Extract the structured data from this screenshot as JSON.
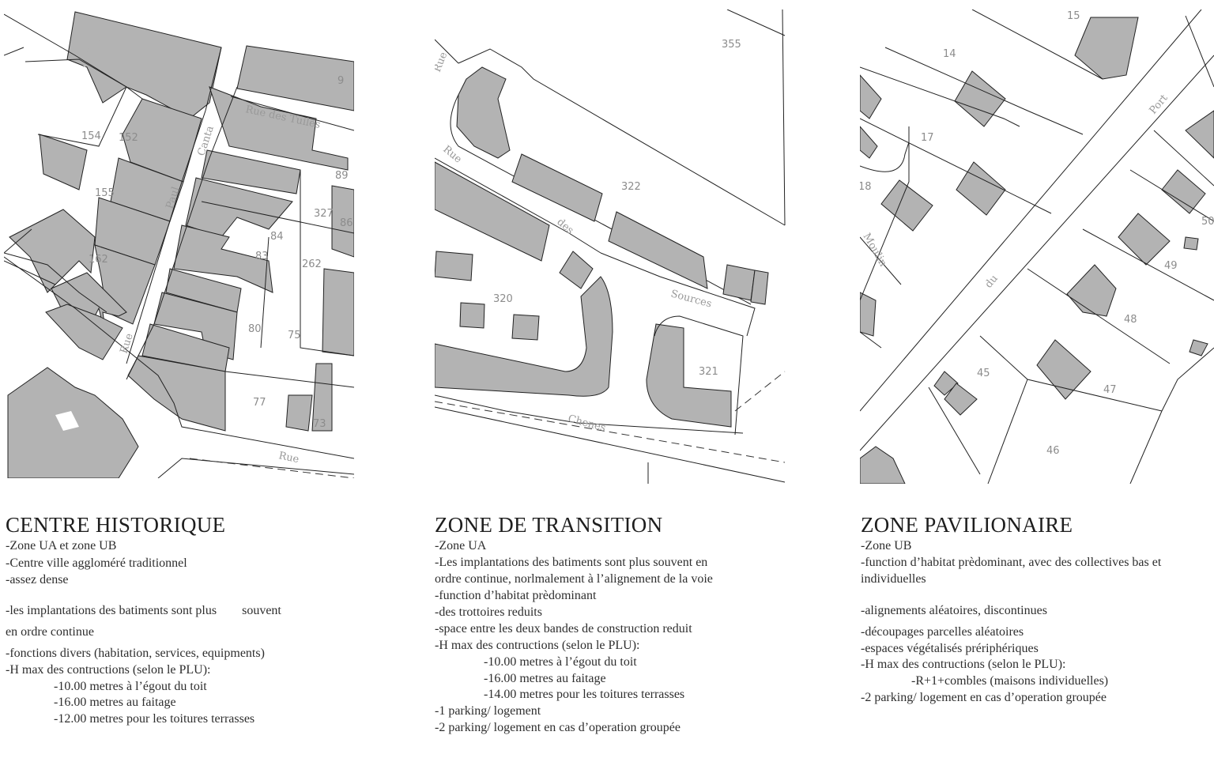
{
  "maps": {
    "centre": {
      "parcels": [
        "154",
        "155",
        "152",
        "155",
        "162",
        "89",
        "327",
        "86",
        "84",
        "83",
        "262",
        "80",
        "75",
        "77",
        "73",
        "9"
      ],
      "streets": [
        "Rue des Tuiles",
        "Canta",
        "Paul",
        "Rue",
        "Rue"
      ]
    },
    "transition": {
      "parcels": [
        "355",
        "322",
        "320",
        "321"
      ],
      "streets": [
        "Rue",
        "Rue",
        "des",
        "Sources",
        "Chenes"
      ]
    },
    "pavillon": {
      "parcels": [
        "14",
        "17",
        "49",
        "48",
        "47",
        "45",
        "46",
        "50",
        "18",
        "15"
      ],
      "streets": [
        "Port",
        "du",
        "Moulin"
      ]
    }
  },
  "sections": [
    {
      "title": "CENTRE HISTORIQUE",
      "lines": [
        "-Zone UA et zone UB",
        "-Centre ville aggloméré traditionnel",
        "-assez dense",
        "-les implantations des batiments sont plus        souvent",
        "en ordre continue",
        "-fonctions divers (habitation, services, equipments)",
        "-H max des contructions (selon le PLU):",
        "-10.00 metres à l’égout du toit",
        "-16.00 metres au faitage",
        "-12.00 metres pour les toitures terrasses"
      ]
    },
    {
      "title": "ZONE DE TRANSITION",
      "lines": [
        "-Zone UA",
        "-Les implantations des batiments sont plus souvent en",
        "ordre continue, norlmalement à l’alignement de la voie",
        "-function d’habitat prèdominant",
        "-des trottoires reduits",
        "-space entre les deux bandes de construction reduit",
        "-H max des contructions (selon le PLU):",
        "-10.00 metres à l’égout du toit",
        "-16.00 metres au faitage",
        "-14.00 metres pour les toitures terrasses",
        "-1 parking/ logement",
        "-2 parking/ logement en cas d’operation groupée"
      ]
    },
    {
      "title": "ZONE PAVILIONAIRE",
      "lines": [
        "-Zone UB",
        "-function d’habitat prèdominant, avec des collectives bas et",
        "individuelles",
        "-alignements aléatoires, discontinues",
        "-découpages parcelles aléatoires",
        "-espaces végétalisés prériphériques",
        "-H max des contructions (selon le PLU):",
        "-R+1+combles (maisons individuelles)",
        "-2 parking/ logement en cas d’operation groupée"
      ]
    }
  ]
}
